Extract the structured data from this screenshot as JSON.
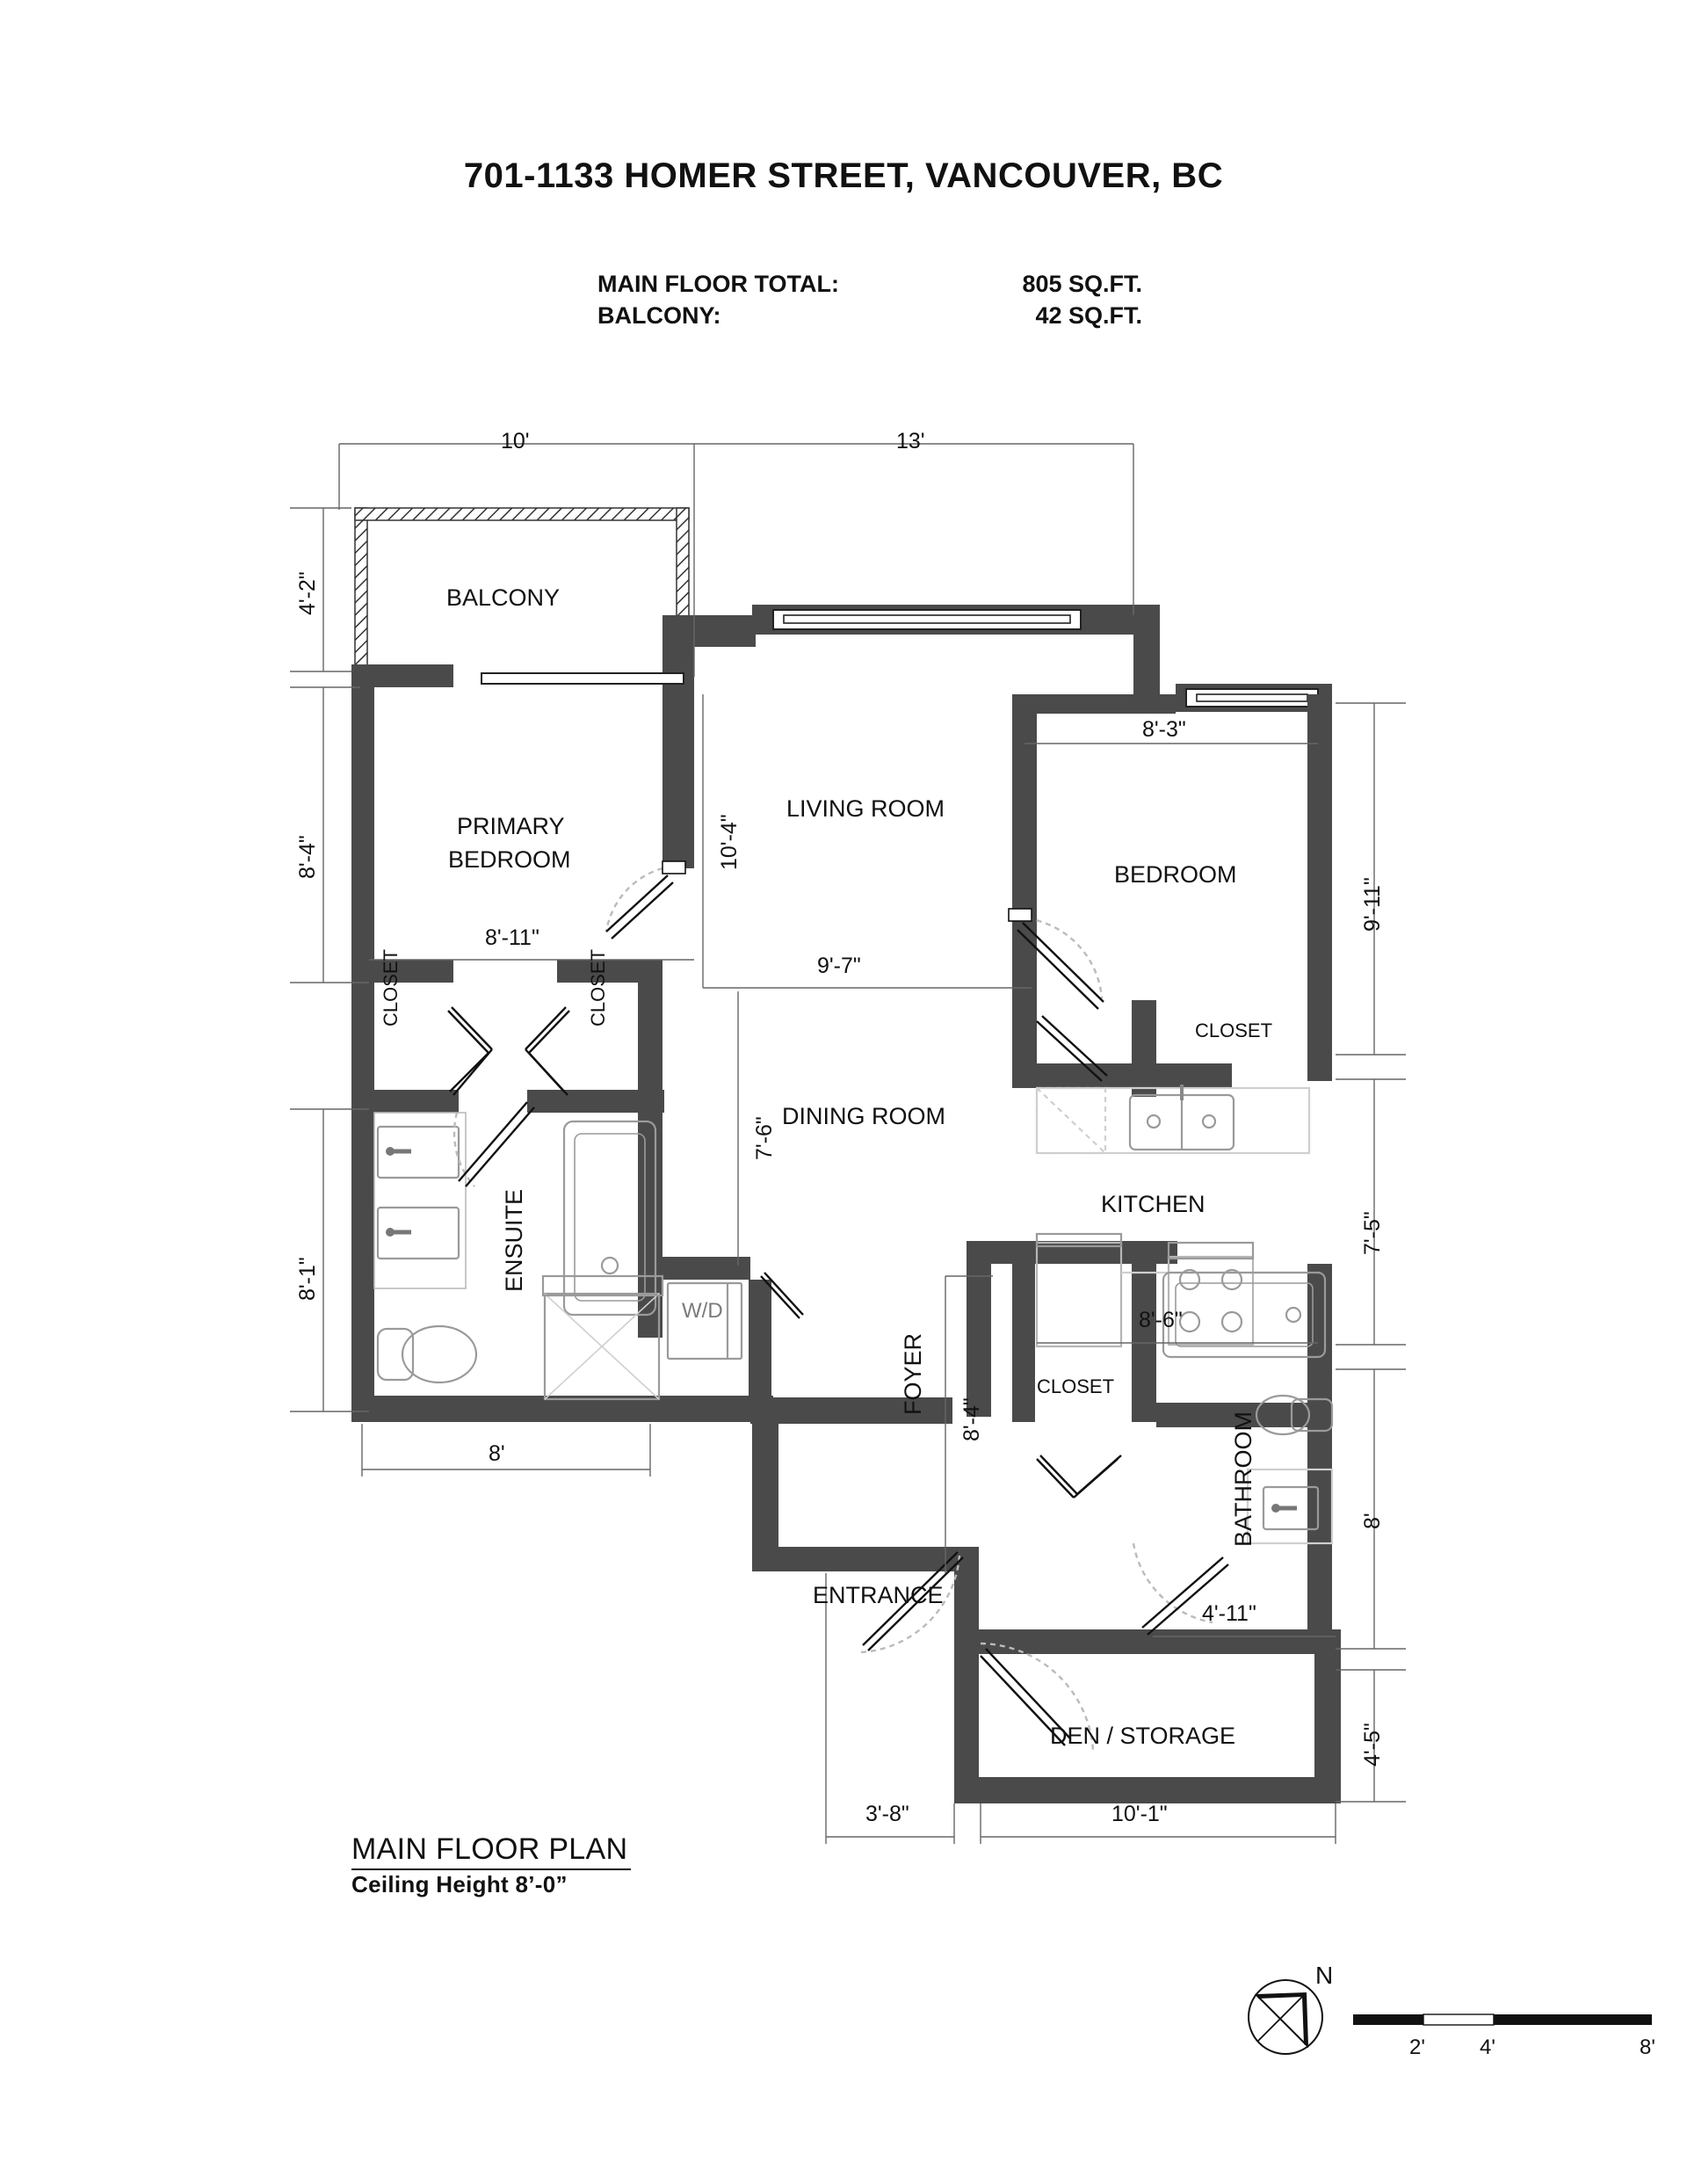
{
  "header": {
    "title": "701-1133 HOMER STREET, VANCOUVER, BC",
    "areas": [
      {
        "label": "MAIN FLOOR TOTAL:",
        "value": "805 SQ.FT."
      },
      {
        "label": "BALCONY:",
        "value": "42 SQ.FT."
      }
    ]
  },
  "rooms": {
    "balcony": "BALCONY",
    "primary_bedroom_line1": "PRIMARY",
    "primary_bedroom_line2": "BEDROOM",
    "living_room": "LIVING ROOM",
    "dining_room": "DINING ROOM",
    "bedroom": "BEDROOM",
    "kitchen": "KITCHEN",
    "ensuite": "ENSUITE",
    "bathroom": "BATHROOM",
    "foyer": "FOYER",
    "entrance": "ENTRANCE",
    "den_storage": "DEN / STORAGE",
    "closet_primary_left": "CLOSET",
    "closet_primary_right": "CLOSET",
    "closet_bedroom": "CLOSET",
    "closet_hall": "CLOSET",
    "washer_dryer": "W/D"
  },
  "dimensions": {
    "top_left": "10'",
    "top_right": "13'",
    "left_balcony": "4'-2\"",
    "left_primary": "8'-4\"",
    "left_ensuite": "8'-1\"",
    "living_vertical": "10'-4\"",
    "living_horizontal": "9'-7\"",
    "primary_width": "8'-11\"",
    "dining_vertical": "7'-6\"",
    "bedroom_width": "8'-3\"",
    "bedroom_height": "9'-11\"",
    "kitchen_height": "7'-5\"",
    "kitchen_width": "8'-6\"",
    "bathroom_height": "8'",
    "bathroom_width": "4'-11\"",
    "den_height": "4'-5\"",
    "ensuite_width": "8'",
    "foyer_vertical": "8'-4\"",
    "bottom_left": "3'-8\"",
    "bottom_right": "10'-1\""
  },
  "footer": {
    "plan_title": "MAIN FLOOR PLAN",
    "ceiling_note": "Ceiling Height 8’-0”"
  },
  "compass": {
    "north_label": "N"
  },
  "scale": {
    "ticks": [
      "2'",
      "4'",
      "8'"
    ]
  }
}
